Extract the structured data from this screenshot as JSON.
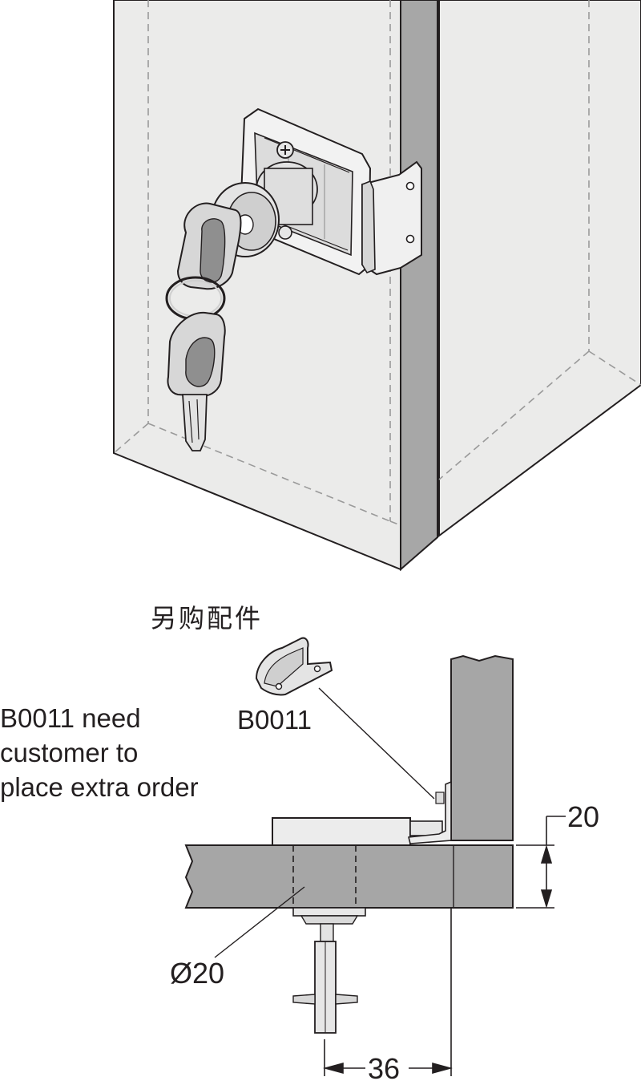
{
  "labels": {
    "extra_purchase_cn": "另购配件",
    "bracket_part": "B0011",
    "note_line_1": "B0011 need",
    "note_line_2": "customer to",
    "note_line_3": "place extra order",
    "dim_panel_thickness": "20",
    "dim_hole_diameter": "Ø20",
    "dim_offset": "36"
  },
  "colors": {
    "panel_face": "#ebebea",
    "panel_edge": "#a7a7a7",
    "section_fill": "#a6a6a6",
    "lock_body": "#ececec",
    "outline": "#231f20",
    "dashed_hidden": "#9a9a9a"
  }
}
